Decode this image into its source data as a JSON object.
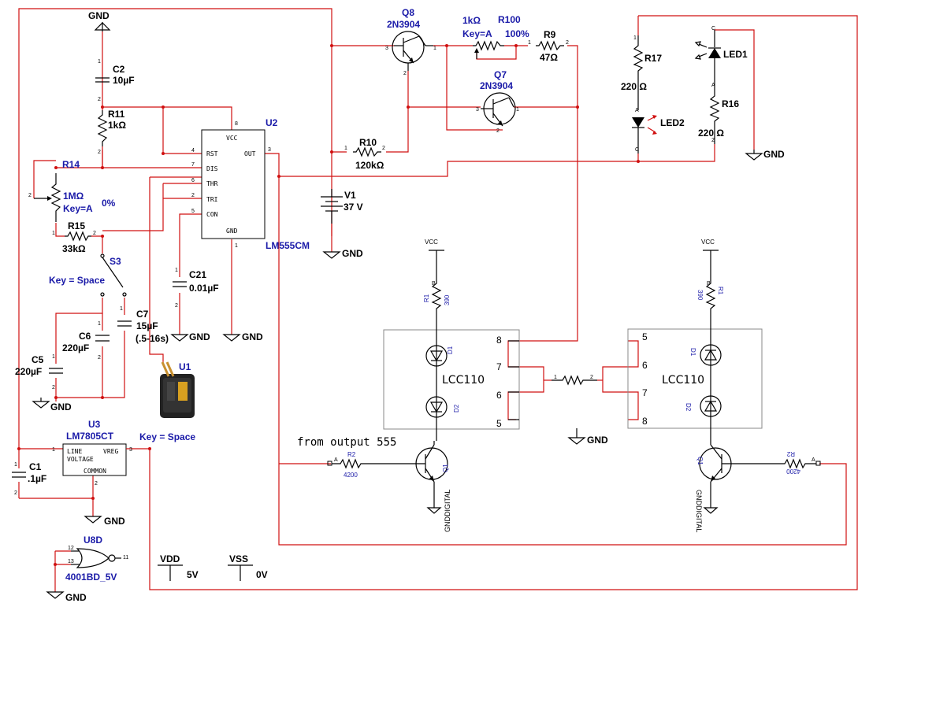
{
  "components": {
    "gnd_label": "GND",
    "gnd_digital": "GNDDIGITAL",
    "vcc_label": "VCC",
    "c2": {
      "name": "C2",
      "value": "10µF"
    },
    "r11": {
      "name": "R11",
      "value": "1kΩ"
    },
    "r14": {
      "name": "R14",
      "value": "1MΩ",
      "key": "Key=A",
      "pct": "0%"
    },
    "r15": {
      "name": "R15",
      "value": "33kΩ"
    },
    "s3": {
      "name": "S3",
      "key": "Key = Space"
    },
    "c6": {
      "name": "C6",
      "value": "220µF"
    },
    "c5": {
      "name": "C5",
      "value": "220µF"
    },
    "c7": {
      "name": "C7",
      "value": "15µF",
      "note": "(.5-16s)"
    },
    "c21": {
      "name": "C21",
      "value": "0.01µF"
    },
    "u2": {
      "name": "U2",
      "part": "LM555CM",
      "pins": {
        "vcc": "VCC",
        "rst": "RST",
        "dis": "DIS",
        "thr": "THR",
        "tri": "TRI",
        "con": "CON",
        "gnd": "GND",
        "out": "OUT"
      },
      "pin_nums": {
        "vcc": "8",
        "rst": "4",
        "dis": "7",
        "thr": "6",
        "tri": "2",
        "con": "5",
        "gnd": "1",
        "out": "3"
      }
    },
    "q8": {
      "name": "Q8",
      "part": "2N3904"
    },
    "q7": {
      "name": "Q7",
      "part": "2N3904"
    },
    "r100": {
      "name": "R100",
      "value": "1kΩ",
      "key": "Key=A",
      "pct": "100%"
    },
    "r9": {
      "name": "R9",
      "value": "47Ω"
    },
    "r10": {
      "name": "R10",
      "value": "120kΩ"
    },
    "v1": {
      "name": "V1",
      "value": "37 V"
    },
    "r17": {
      "name": "R17",
      "value": "220 Ω"
    },
    "led2": {
      "name": "LED2"
    },
    "led1": {
      "name": "LED1"
    },
    "r16": {
      "name": "R16",
      "value": "220 Ω"
    },
    "u1": {
      "name": "U1",
      "key": "Key = Space"
    },
    "u3": {
      "name": "U3",
      "part": "LM7805CT",
      "line": "LINE",
      "voltage": "VOLTAGE",
      "vreg": "VREG",
      "common": "COMMON"
    },
    "c1": {
      "name": "C1",
      "value": ".1µF"
    },
    "u8d": {
      "name": "U8D",
      "part": "4001BD_5V",
      "pins": [
        "12",
        "13",
        "11"
      ]
    },
    "vdd": {
      "name": "VDD",
      "value": "5V"
    },
    "vss": {
      "name": "VSS",
      "value": "0V"
    },
    "lcc_left": {
      "label": "LCC110",
      "pins": [
        "8",
        "7",
        "6",
        "5"
      ],
      "r1_name": "R1",
      "r1_value": "390",
      "d1": "D1",
      "d2": "D2"
    },
    "lcc_right": {
      "label": "LCC110",
      "pins": [
        "5",
        "6",
        "7",
        "8"
      ],
      "r1_name": "R1",
      "r1_value": "390",
      "d1": "D1",
      "d2": "D2"
    },
    "r2_left": {
      "name": "R2",
      "value": "4200"
    },
    "r2_right": {
      "name": "R2",
      "value": "4200"
    },
    "q1_left": {
      "name": "Q1"
    },
    "q1_right": {
      "name": "Q1"
    },
    "annotation": "from  output  555"
  }
}
